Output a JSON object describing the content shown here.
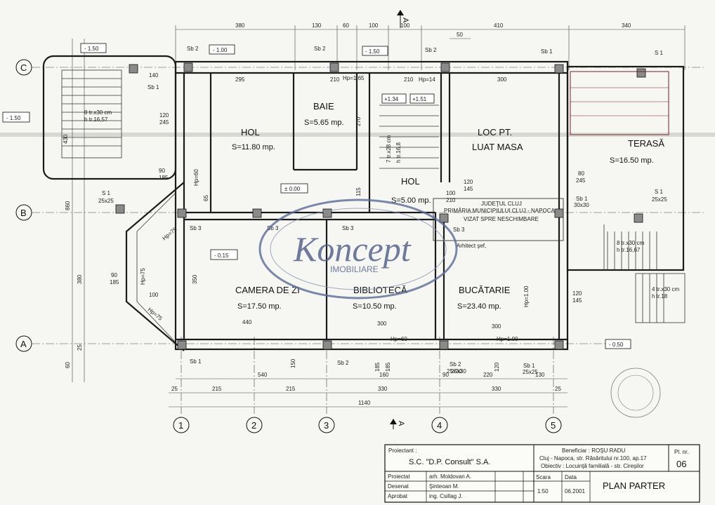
{
  "dims_top": [
    "380",
    "130",
    "60",
    "100",
    "100",
    "410",
    "340"
  ],
  "dims_top2": [
    "50"
  ],
  "dims_bottom1": [
    "540",
    "160",
    "90",
    "220",
    "130"
  ],
  "dims_bottom2": [
    "25",
    "215",
    "215",
    "330",
    "330",
    "25"
  ],
  "dims_total": "1140",
  "dims_left": [
    "860",
    "380",
    "430",
    "25",
    "60"
  ],
  "grid_rows": [
    "C",
    "B",
    "A"
  ],
  "grid_cols": [
    "1",
    "2",
    "3",
    "4",
    "5"
  ],
  "section_marks": [
    "A",
    "A"
  ],
  "levels": [
    "- 1.50",
    "- 1.00",
    "- 1.50",
    "- 1.50",
    "± 0.00",
    "- 0.15",
    "+1.34",
    "+1.51",
    "- 0.50"
  ],
  "rooms": [
    {
      "name": "HOL",
      "area": "S=11.80 mp."
    },
    {
      "name": "BAIE",
      "area": "S=5.65 mp."
    },
    {
      "name": "HOL",
      "area": "S=5.00 mp."
    },
    {
      "name": "LOC PT.",
      "name2": "LUAT MASA"
    },
    {
      "name": "TERASĂ",
      "area": "S=16.50 mp."
    },
    {
      "name": "CAMERA DE ZI",
      "area": "S=17.50 mp."
    },
    {
      "name": "BIBLIOTECĂ",
      "area": "S=10.50 mp."
    },
    {
      "name": "BUCĂTARIE",
      "area": "S=23.40 mp."
    }
  ],
  "pillars": [
    "Sb 2",
    "Sb 2",
    "Sb 2",
    "Sb 1",
    "S 1",
    "Sb 1",
    "S 1",
    "Sb 3",
    "Sb 3",
    "Sb 3",
    "Sb 3",
    "S 1",
    "Sb 1",
    "Sb 2",
    "Sb 2",
    "Sb 1",
    "Sb 1"
  ],
  "pillar_sizes": [
    "25x25",
    "30x30",
    "25x25",
    "25x30",
    "25x25"
  ],
  "stairs": [
    "8 tr.x30 cm",
    "h  tr.16,57",
    "7 tr.x28 cm",
    "h tr.16,8",
    "8 tr.x30 cm",
    "h tr.16,67",
    "4 tr.x30 cm",
    "h tr.18"
  ],
  "misc_dims": [
    "140",
    "295",
    "210",
    "Hp=1.65",
    "210",
    "Hp=14",
    "300",
    "120",
    "245",
    "90",
    "185",
    "Hp=60",
    "65",
    "270",
    "115",
    "100",
    "210",
    "80",
    "245",
    "440",
    "300",
    "300",
    "90",
    "185",
    "100",
    "Hp=75",
    "Hp=75",
    "Hp=75",
    "Hp=60",
    "Hp=1.00",
    "Hp=1.00",
    "120",
    "145",
    "350",
    "25x30",
    "120",
    "185",
    "185",
    "150",
    "120",
    "145"
  ],
  "stamp_city": [
    "JUDEŢUL CLUJ",
    "PRIMĂRIA MUNICIPIULUI CLUJ - NAPOCA",
    "VIZAT SPRE NESCHIMBARE",
    "Arhitect şef,"
  ],
  "watermark": {
    "brand": "Koncept",
    "sub": "IMOBILIARE"
  },
  "title_block": {
    "proiectant_label": "Proiectant :",
    "proiectant": "S.C. \"D.P. Consult\" S.A.",
    "beneficiar": "Beneficiar : ROŞU RADU",
    "address": "Cluj - Napoca, str. Răsăritului nr.100, ap.17",
    "obiectiv": "Obiectiv : Locuinţă familială - str. Cireşilor",
    "pl_label": "Pl. nr.",
    "pl_nr": "06",
    "rows": [
      {
        "role": "Proiectat",
        "name": "arh. Moldovan A."
      },
      {
        "role": "Desenat",
        "name": "Şinteoan M."
      },
      {
        "role": "Aprobat",
        "name": "ing. Csillag J."
      }
    ],
    "scara_label": "Scara",
    "scara": "1:50",
    "data_label": "Data",
    "data": "06.2001",
    "title": "PLAN PARTER"
  },
  "colors": {
    "ink": "#1b1b1b",
    "stamp": "#7a1d2a",
    "watermark": "#5b6c9a"
  }
}
